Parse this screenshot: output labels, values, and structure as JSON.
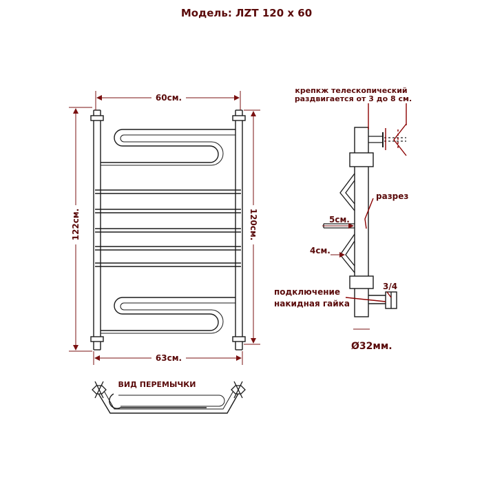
{
  "title": "Модель: ЛZТ 120 х 60",
  "dims": {
    "top_width": "60см.",
    "bottom_width": "63см.",
    "left_height": "122см.",
    "right_height": "120см."
  },
  "side": {
    "mount_line1": "крепкж телескопический",
    "mount_line2": "раздвигается от 3 до 8 см.",
    "section": "разрез",
    "dim_5": "5см.",
    "dim_4": "4см.",
    "connection_line1": "подключение",
    "connection_line2": "накидная гайка",
    "thread": "3/4",
    "diameter": "Ø32мм."
  },
  "jumper_view": "ВИД ПЕРЕМЫЧКИ",
  "colors": {
    "annotation": "#5a0a0a",
    "dimension": "#7a1010",
    "outline": "#1a1a1a"
  }
}
